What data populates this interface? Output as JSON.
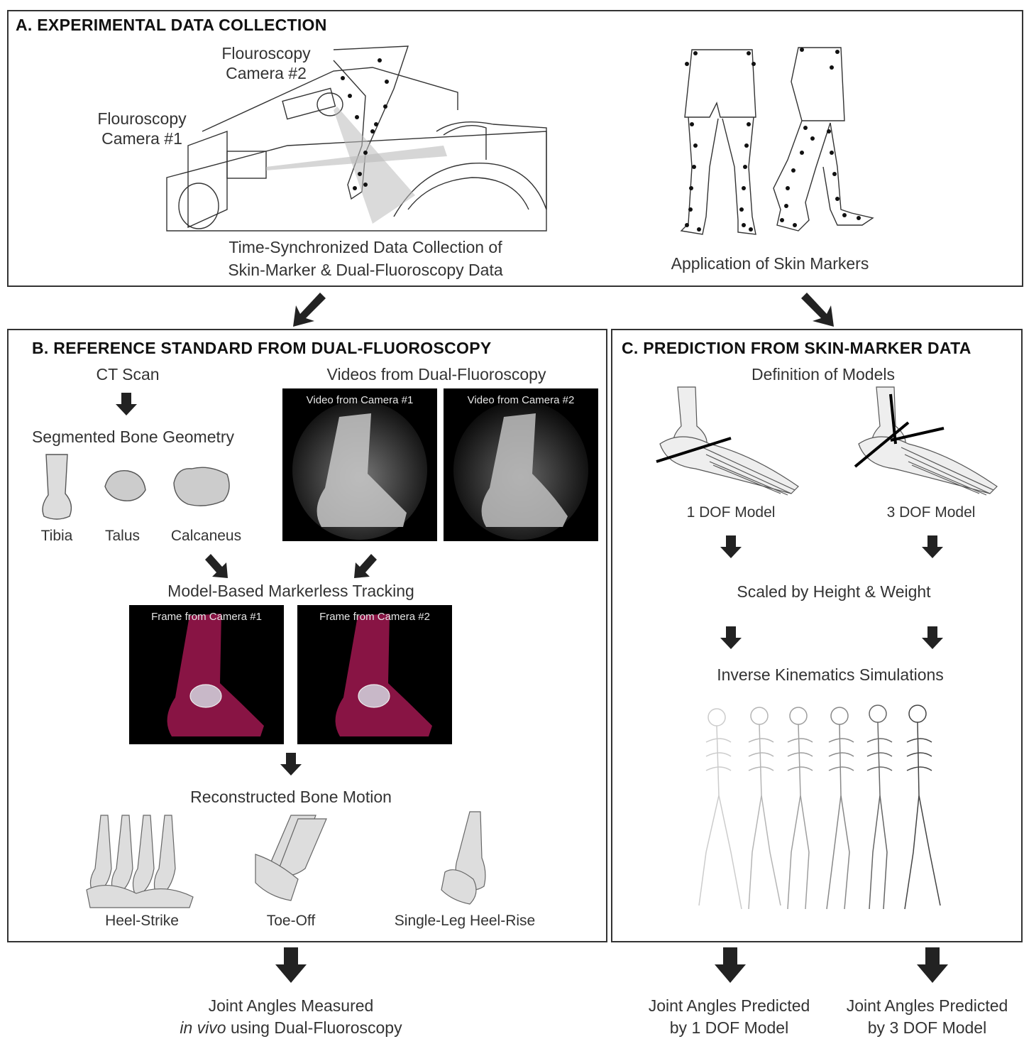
{
  "panel_a": {
    "title": "A. EXPERIMENTAL DATA COLLECTION",
    "camera2_line1": "Flouroscopy",
    "camera2_line2": "Camera #2",
    "camera1_line1": "Flouroscopy",
    "camera1_line2": "Camera #1",
    "caption_line1": "Time-Synchronized Data Collection of",
    "caption_line2": "Skin-Marker & Dual-Fluoroscopy Data",
    "skin_caption": "Application of Skin Markers"
  },
  "panel_b": {
    "title": "B. REFERENCE STANDARD FROM DUAL-FLUOROSCOPY",
    "ct_scan": "CT Scan",
    "segmented": "Segmented Bone Geometry",
    "bones": [
      "Tibia",
      "Talus",
      "Calcaneus"
    ],
    "videos_heading": "Videos from Dual-Fluoroscopy",
    "video1": "Video from Camera #1",
    "video2": "Video from Camera #2",
    "tracking": "Model-Based Markerless Tracking",
    "frame1": "Frame from Camera #1",
    "frame2": "Frame from Camera #2",
    "reconstructed": "Reconstructed Bone Motion",
    "motions": [
      "Heel-Strike",
      "Toe-Off",
      "Single-Leg Heel-Rise"
    ]
  },
  "panel_c": {
    "title": "C. PREDICTION FROM SKIN-MARKER DATA",
    "definition": "Definition of Models",
    "model1": "1 DOF Model",
    "model3": "3 DOF Model",
    "scaled": "Scaled by Height & Weight",
    "ik": "Inverse Kinematics Simulations"
  },
  "outputs": {
    "measured_line1": "Joint Angles Measured",
    "measured_italic": "in vivo",
    "measured_rest": " using Dual-Fluoroscopy",
    "pred1_line1": "Joint Angles Predicted",
    "pred1_line2": "by 1 DOF Model",
    "pred3_line1": "Joint Angles Predicted",
    "pred3_line2": "by 3 DOF Model"
  },
  "colors": {
    "border": "#333333",
    "arrow": "#222222",
    "video_bg": "#000000",
    "frame_tint": "#a01850"
  }
}
